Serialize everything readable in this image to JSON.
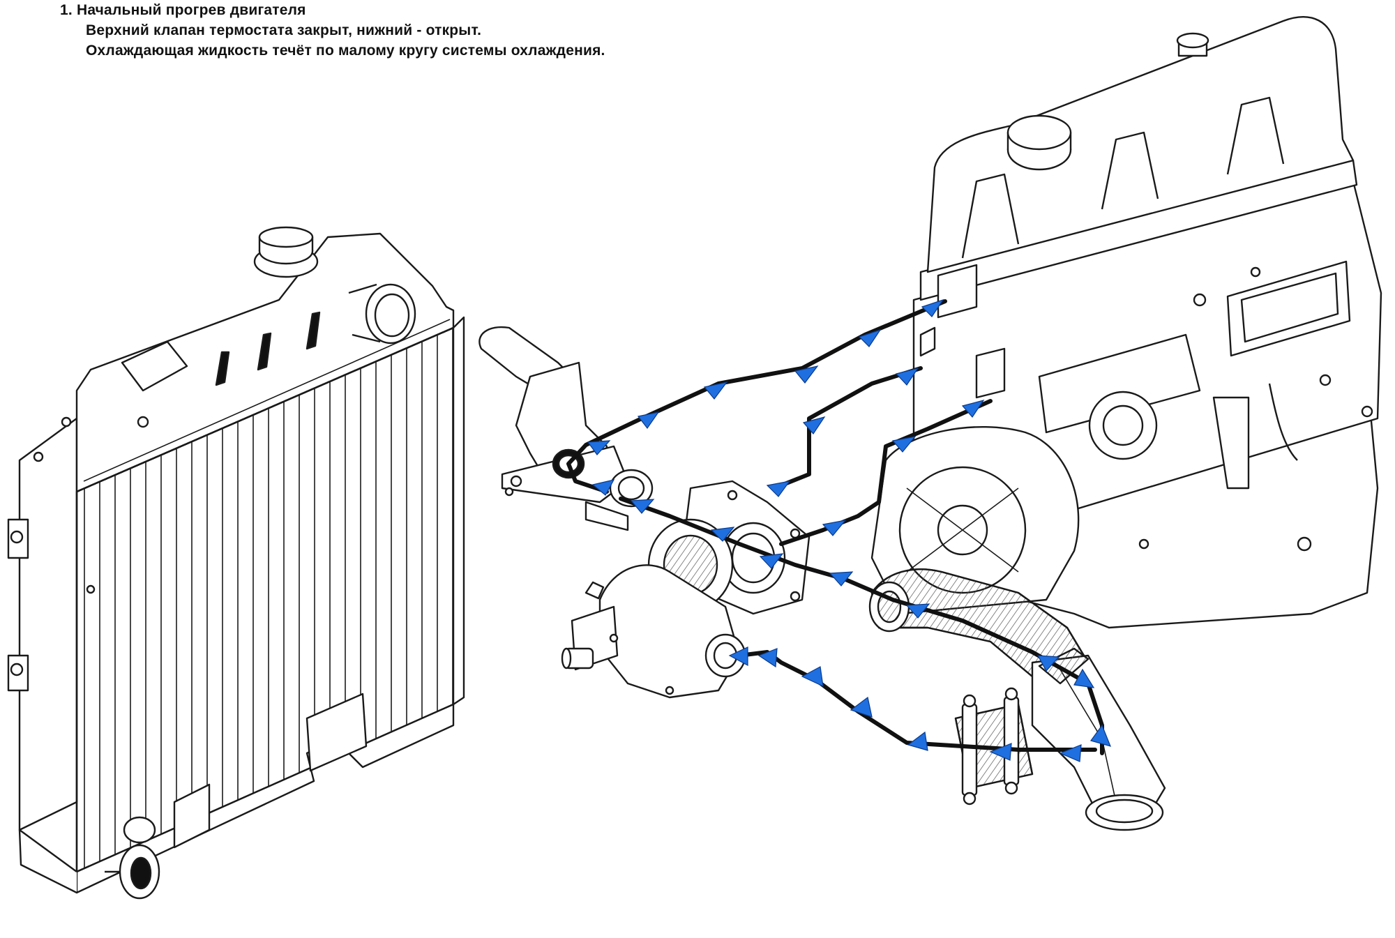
{
  "caption": {
    "line1": "1.  Начальный прогрев двигателя",
    "line2": "Верхний клапан термостата закрыт, нижний - открыт.",
    "line3": "Охлаждающая жидкость течёт по малому кругу системы охлаждения."
  },
  "colors": {
    "background": "#ffffff",
    "line_art": "#1a1a1a",
    "flow_path": "#111111",
    "flow_arrow": "#1f6fe0"
  },
  "components": [
    "radiator",
    "engine-block",
    "thermostat",
    "water-pump",
    "coolant-pipe",
    "lower-hose",
    "cylinder-head-outlet"
  ]
}
